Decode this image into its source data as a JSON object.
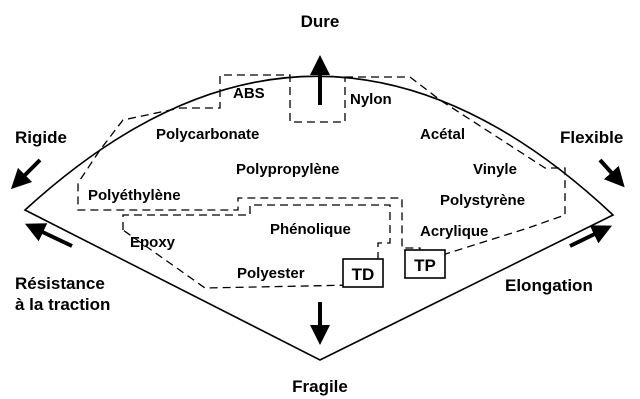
{
  "directions": {
    "top": "Dure",
    "bottom": "Fragile",
    "upper_left": "Rigide",
    "upper_right": "Flexible",
    "lower_left_line1": "Résistance",
    "lower_left_line2": "à la traction",
    "lower_right": "Elongation"
  },
  "materials": {
    "abs": "ABS",
    "nylon": "Nylon",
    "polycarbonate": "Polycarbonate",
    "acetal": "Acétal",
    "polypropylene": "Polypropylène",
    "vinyle": "Vinyle",
    "polyethylene": "Polyéthylène",
    "polystyrene": "Polystyrène",
    "phenolique": "Phénolique",
    "acrylique": "Acrylique",
    "epoxy": "Epoxy",
    "polyester": "Polyester"
  },
  "groups": {
    "thermodurcissables": "TD",
    "thermoplastiques": "TP"
  },
  "colors": {
    "ink": "#000000",
    "background": "#ffffff"
  }
}
